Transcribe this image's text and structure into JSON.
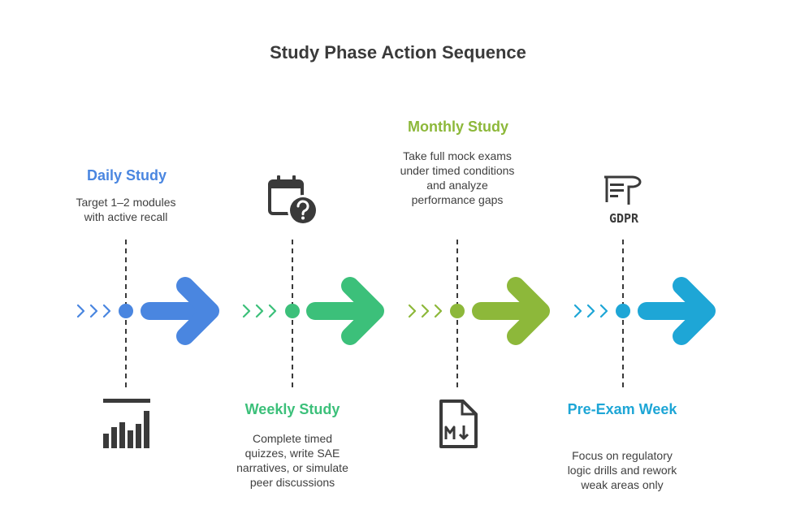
{
  "title": "Study Phase Action Sequence",
  "phases": [
    {
      "title": "Daily Study",
      "description": "Target 1–2 modules with active recall",
      "color": "#4A86E0",
      "icon": "bar-chart-icon"
    },
    {
      "title": "Weekly Study",
      "description": "Complete timed quizzes, write SAE narratives, or simulate peer discussions",
      "color": "#3CC07A",
      "icon": "calendar-question-icon"
    },
    {
      "title": "Monthly Study",
      "description": "Take full mock exams under timed conditions and analyze performance gaps",
      "color": "#8DB83A",
      "icon": "markdown-file-icon"
    },
    {
      "title": "Pre-Exam Week",
      "description": "Focus on regulatory logic drills and rework weak areas only",
      "color": "#1EA6D6",
      "icon": "gdpr-document-icon"
    }
  ],
  "icons": {
    "gdpr_label": "GDPR"
  }
}
